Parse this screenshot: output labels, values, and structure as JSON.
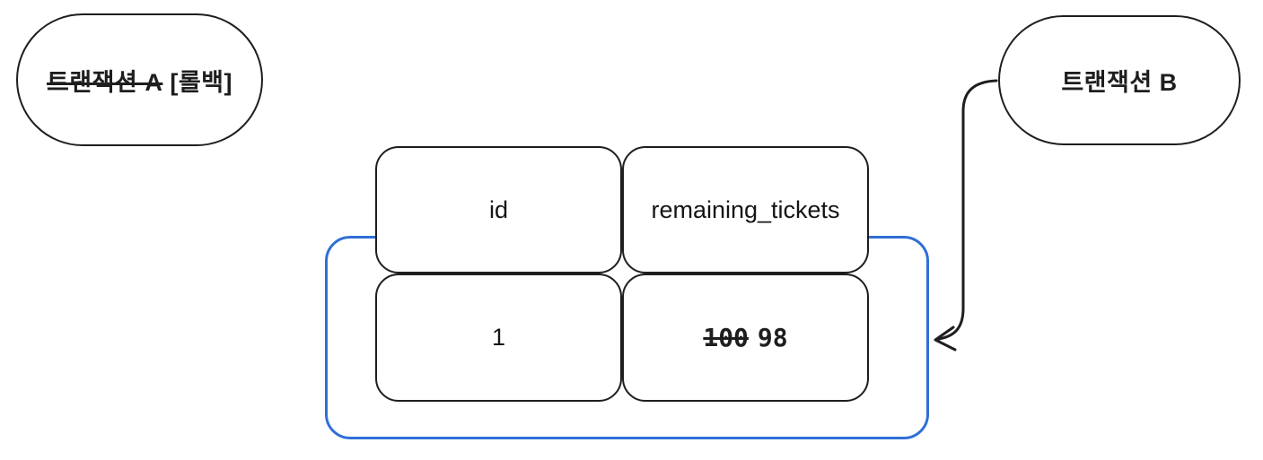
{
  "canvas": {
    "background": "#ffffff"
  },
  "colors": {
    "stroke": "#1e1e1e",
    "highlight_blue": "#2f6fd6"
  },
  "nodes": {
    "transaction_a": {
      "struck_label": "트랜잭션 A",
      "suffix_label": "[롤백]"
    },
    "transaction_b": {
      "label": "트랜잭션 B"
    }
  },
  "table": {
    "headers": [
      "id",
      "remaining_tickets"
    ],
    "row": {
      "id": "1",
      "old_value": "100",
      "new_value": "98"
    }
  }
}
